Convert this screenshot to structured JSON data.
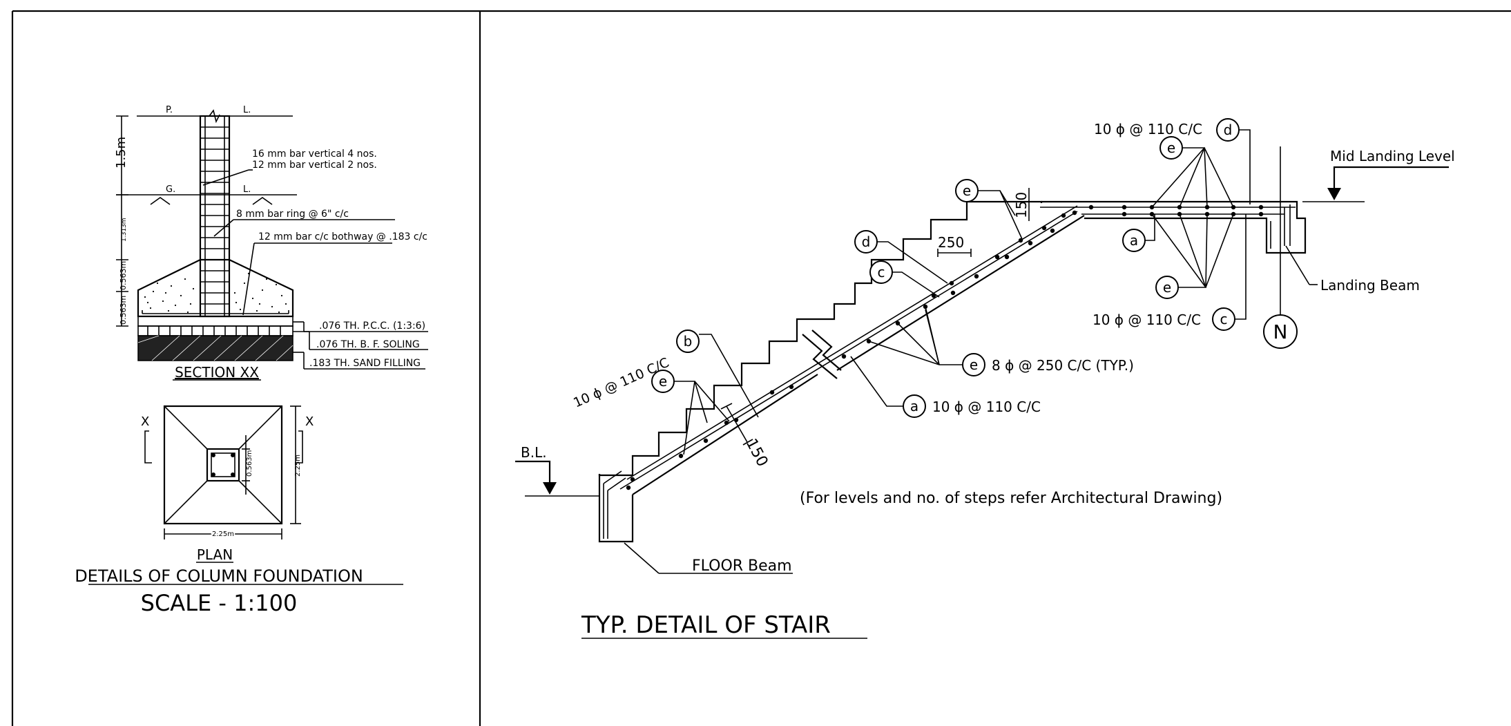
{
  "foundation": {
    "top_label_p": "P.",
    "top_label_l": "L.",
    "ground_label_g": "G.",
    "ground_label_l": "L.",
    "dim_1_5m": "1.5m",
    "dim_1_313m": "1.313m",
    "dim_0_563m_a": "0.563m",
    "dim_0_563m_b": "0.563m",
    "dim_0_563m_plan": "0.563m",
    "dim_2_25m_h": "2.25m",
    "dim_2_25m_v": "2.25m",
    "note_1": "16 mm bar vertical 4 nos.",
    "note_2": "12 mm bar vertical 2 nos.",
    "note_3": "8 mm bar ring @ 6\" c/c",
    "note_4": "12 mm bar c/c bothway @ .183 c/c",
    "layer_1": ".076 TH. P.C.C. (1:3:6)",
    "layer_2": ".076 TH. B. F. SOLING",
    "layer_3": ".183 TH. SAND FILLING",
    "section_title": "SECTION XX",
    "plan_x_left": "X",
    "plan_x_right": "X",
    "plan_title": "PLAN",
    "details_title": "DETAILS OF COLUMN FOUNDATION",
    "scale": "SCALE - 1:100"
  },
  "stair": {
    "bar_d_top": "10 ɸ @ 110 C/C",
    "mid_landing": "Mid Landing Level",
    "landing_beam": "Landing Beam",
    "bar_c_right": "10 ɸ @ 110 C/C",
    "dim_150_top": "150",
    "dim_250": "250",
    "bar_e_typ": "8 ɸ @ 250 C/C (TYP.)",
    "bar_a": "10 ɸ @ 110 C/C",
    "bar_b": "10 ɸ @ 110 C/C",
    "dim_150_waist": "150",
    "bl": "B.L.",
    "note": "(For levels and no. of steps refer Architectural Drawing)",
    "floor_beam": "FLOOR Beam",
    "title": "TYP. DETAIL OF STAIR",
    "north": "N",
    "bubble_a": "a",
    "bubble_b": "b",
    "bubble_c": "c",
    "bubble_d": "d",
    "bubble_e": "e"
  }
}
